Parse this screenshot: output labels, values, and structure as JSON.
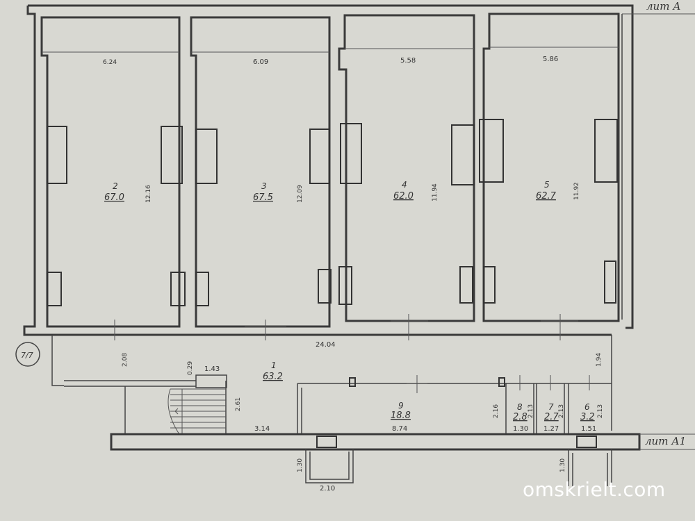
{
  "labels": {
    "lit_a": "лит А",
    "lit_a1": "лит А1",
    "axis_mark": "7/7"
  },
  "rooms": [
    {
      "num": "2",
      "area": "67.0",
      "width": "6.24",
      "length": "12.16"
    },
    {
      "num": "3",
      "area": "67.5",
      "width": "6.09",
      "length": "12.09"
    },
    {
      "num": "4",
      "area": "62.0",
      "width": "5.58",
      "length": "11.94"
    },
    {
      "num": "5",
      "area": "62.7",
      "width": "5.86",
      "length": "11.92"
    },
    {
      "num": "1",
      "area": "63.2"
    },
    {
      "num": "9",
      "area": "18.8"
    },
    {
      "num": "8",
      "area": "2.8"
    },
    {
      "num": "7",
      "area": "2.7"
    },
    {
      "num": "6",
      "area": "3.2"
    }
  ],
  "dimensions": {
    "corridor_length": "24.04",
    "corridor_depth_left": "2.08",
    "corridor_depth_right": "1.94",
    "stair_wall": "0.29",
    "stair_width": "1.43",
    "stair_depth": "2.61",
    "front_left": "3.14",
    "room9_length": "8.74",
    "room9_depth": "2.16",
    "small_depth_8": "2.13",
    "small_depth_7": "2.13",
    "small_depth_6": "2.13",
    "small_w_8": "1.30",
    "small_w_7": "1.27",
    "small_w_6": "1.51",
    "porch_left_depth": "1.30",
    "porch_left_width": "2.10",
    "porch_right_depth": "1.30"
  },
  "watermark": "omskrielt.com"
}
